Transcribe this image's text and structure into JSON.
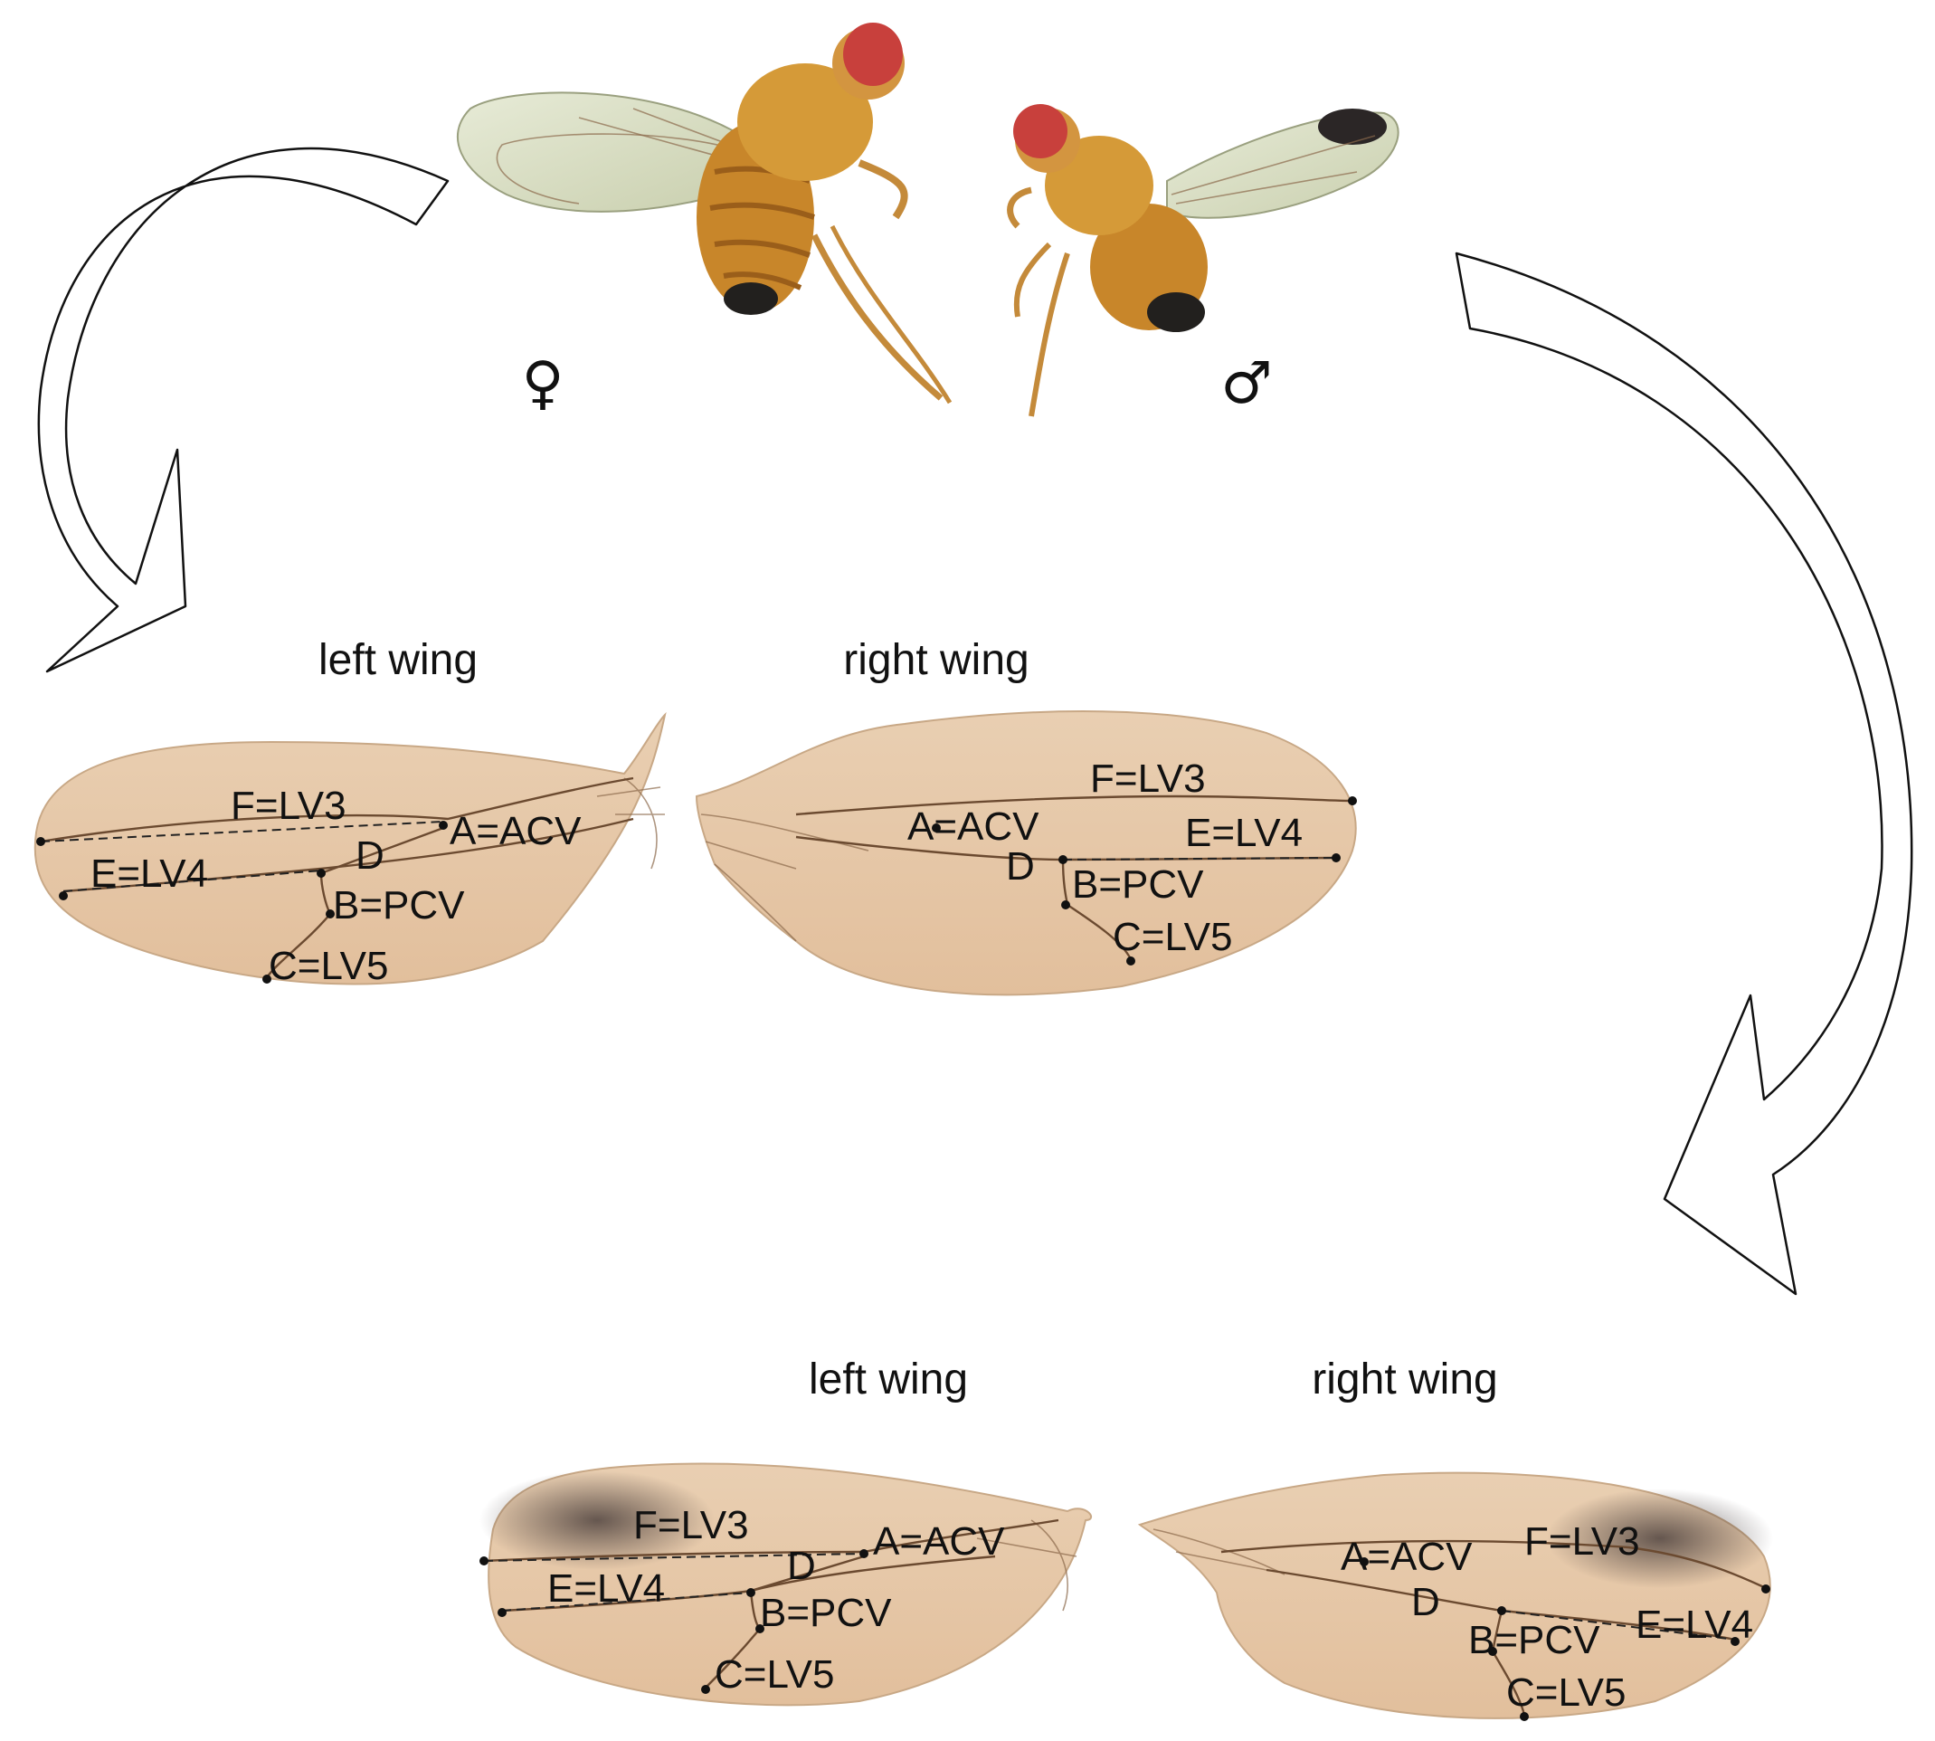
{
  "sex_symbols": {
    "female": "♀",
    "male": "♂"
  },
  "female_wings": {
    "left_caption": "left wing",
    "right_caption": "right wing",
    "left": {
      "F": "F=LV3",
      "E": "E=LV4",
      "D": "D",
      "A": "A=ACV",
      "B": "B=PCV",
      "C": "C=LV5"
    },
    "right": {
      "F": "F=LV3",
      "E": "E=LV4",
      "D": "D",
      "A": "A=ACV",
      "B": "B=PCV",
      "C": "C=LV5"
    }
  },
  "male_wings": {
    "left_caption": "left wing",
    "right_caption": "right wing",
    "left": {
      "F": "F=LV3",
      "E": "E=LV4",
      "D": "D",
      "A": "A=ACV",
      "B": "B=PCV",
      "C": "C=LV5"
    },
    "right": {
      "F": "F=LV3",
      "E": "E=LV4",
      "D": "D",
      "A": "A=ACV",
      "B": "B=PCV",
      "C": "C=LV5"
    }
  },
  "colors": {
    "fly_body": "#c88a2e",
    "fly_eye": "#c8403c",
    "wing_membrane": "#e8c9a8",
    "male_wing_spot": "#3a3030"
  }
}
